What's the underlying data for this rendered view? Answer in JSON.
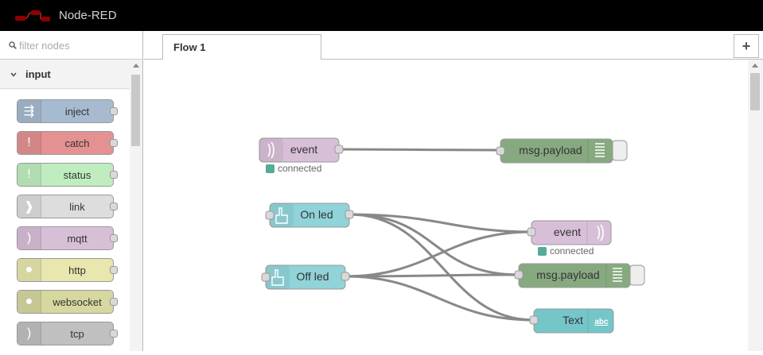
{
  "app": {
    "title": "Node-RED"
  },
  "palette": {
    "filter_placeholder": "filter nodes",
    "category": "input",
    "nodes": [
      {
        "label": "inject",
        "color": "#a6bbcf",
        "icon": "arrow-in-icon"
      },
      {
        "label": "catch",
        "color": "#e49191",
        "icon": "alert-icon"
      },
      {
        "label": "status",
        "color": "#c0edc0",
        "icon": "alert-icon"
      },
      {
        "label": "link",
        "color": "#dddddd",
        "icon": "link-icon"
      },
      {
        "label": "mqtt",
        "color": "#d8bfd8",
        "icon": "bridge-icon"
      },
      {
        "label": "http",
        "color": "#e7e7ae",
        "icon": "globe-icon"
      },
      {
        "label": "websocket",
        "color": "#d7d7a0",
        "icon": "globe-icon"
      },
      {
        "label": "tcp",
        "color": "#c0c0c0",
        "icon": "bridge-icon"
      }
    ]
  },
  "workspace": {
    "tabs": [
      {
        "label": "Flow 1"
      }
    ],
    "add_tab_label": "+"
  },
  "flow": {
    "nodes": [
      {
        "label": "event",
        "color": "#d8bfd8",
        "icon": "bridge-icon",
        "status": "connected",
        "status_color": "#5a9"
      },
      {
        "label": "msg.payload",
        "color": "#87a980",
        "icon": "list-icon"
      },
      {
        "label": "On led",
        "color": "#90d3d8",
        "icon": "hand-icon"
      },
      {
        "label": "Off led",
        "color": "#90d3d8",
        "icon": "hand-icon"
      },
      {
        "label": "event",
        "color": "#d8bfd8",
        "icon": "bridge-icon",
        "status": "connected",
        "status_color": "#5a9"
      },
      {
        "label": "msg.payload",
        "color": "#87a980",
        "icon": "list-icon"
      },
      {
        "label": "Text",
        "color": "#74c6c9",
        "icon": "text-icon",
        "icon_text": "abc"
      }
    ]
  }
}
